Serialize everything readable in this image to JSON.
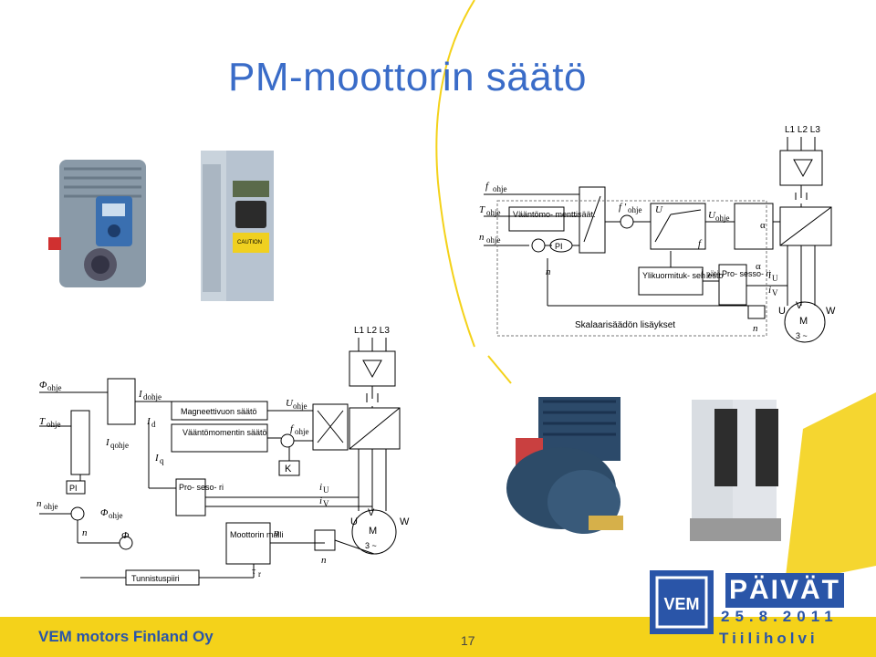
{
  "slide": {
    "title": "PM-moottorin säätö",
    "footer_left": "VEM motors Finland Oy",
    "page_number": "17"
  },
  "branding": {
    "logo_text": "VEM",
    "event_name": "PÄIVÄT",
    "event_date": "25.8.2011",
    "event_place": "Tiiliholvi",
    "accent_color": "#2a55a8",
    "yellow_color": "#f4d21a"
  },
  "diagram_top": {
    "supply": "L1 L2 L3",
    "f_ref": "f",
    "f_ref_sub": "ohje",
    "T_ref": "T",
    "T_ref_sub": "ohje",
    "n_ref": "n",
    "n_ref_sub": "ohje",
    "torque_limiter": "Vääntömo- menttisäät.",
    "pi_label": "PI",
    "f_prime": "f '",
    "f_prime_sub": "ohje",
    "U_label": "U",
    "f_axis": "f",
    "U_ref": "U",
    "U_ref_sub": "ohje",
    "alpha": "α",
    "overcurrent": "Ylikuormituk- sen esto",
    "i_actual": "i",
    "i_actual_sub": "pätö",
    "processor": "Pro- sesso- ri",
    "iU": "i",
    "iU_sub": "U",
    "iV": "i",
    "iV_sub": "V",
    "U": "U",
    "V": "V",
    "W": "W",
    "n_fb": "n",
    "n_mid": "n",
    "motor_M": "M",
    "motor_phase": "3 ~",
    "scalar_caption": "Skalaarisäädön lisäykset"
  },
  "diagram_bottom": {
    "supply": "L1 L2 L3",
    "phi_ref": "Φ",
    "phi_ref_sub": "ohje",
    "T_ref": "T",
    "T_ref_sub": "ohje",
    "I_d_ref": "I",
    "I_d_ref_sub": "dohje",
    "I_d": "I",
    "I_d_sub": "d",
    "I_q_ref": "I",
    "I_q_ref_sub": "qohje",
    "I_q": "I",
    "I_q_sub": "q",
    "flux_controller": "Magneettivuon säätö",
    "torque_controller": "Vääntömomentin säätö",
    "U_ref": "U",
    "U_ref_sub": "ohje",
    "f_ref": "f",
    "f_ref_sub": "ohje",
    "K": "K",
    "pi": "PI",
    "n_ref": "n",
    "n_ref_sub": "ohje",
    "phi_ohje": "Φ",
    "phi_ohje_sub": "ohje",
    "phi": "Φ",
    "n": "n",
    "processor": "Pro- seso- ri",
    "iU": "i",
    "iU_sub": "U",
    "iV": "i",
    "iV_sub": "V",
    "motor_model": "Moottorin malli",
    "n_model": "n",
    "n_encoder": "n",
    "tau": "τ",
    "tau_sub": "r",
    "identification": "Tunnistuspiiri",
    "U": "U",
    "V": "V",
    "W": "W",
    "motor_M": "M",
    "motor_phase": "3 ~"
  },
  "photos": {
    "drive_small_caution": "CAUTION"
  }
}
